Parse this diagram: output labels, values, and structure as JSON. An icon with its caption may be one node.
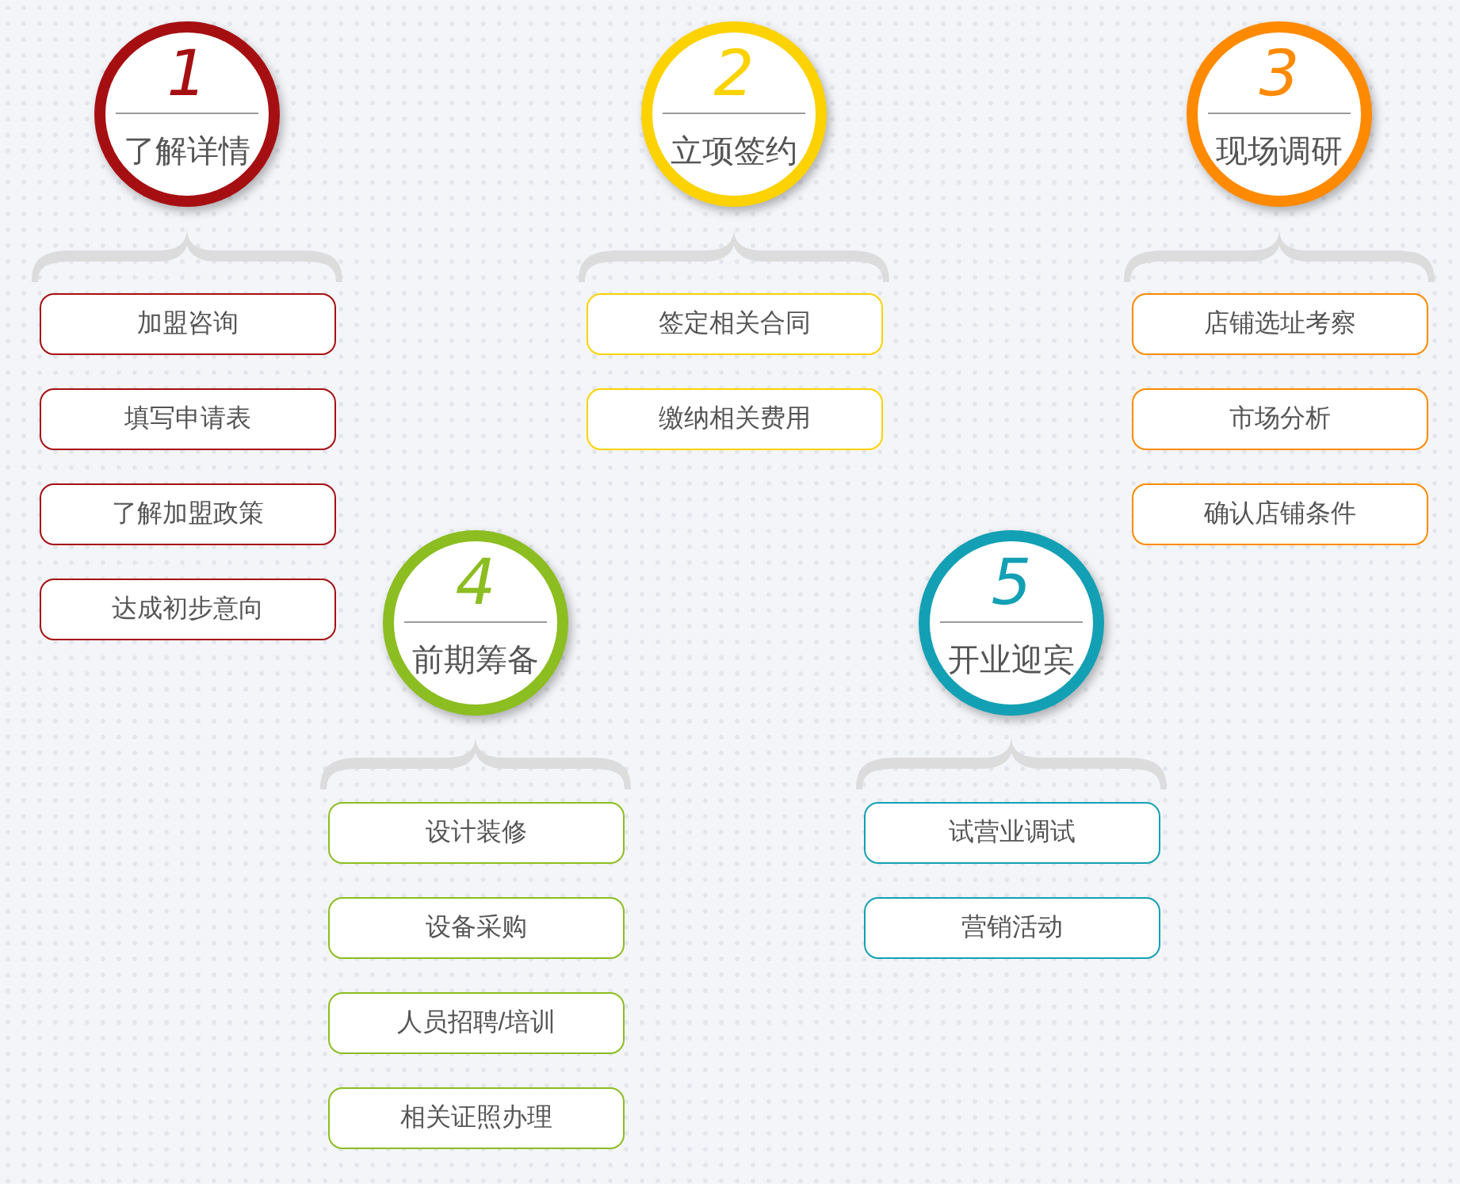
{
  "diagram": {
    "nodes": [
      {
        "text": [
          "1",
          "了解详情"
        ]
      },
      {
        "text": [],
        "shape": "brace"
      },
      {
        "text": [
          "加盟咨询"
        ]
      },
      {
        "text": [
          "填写申请表"
        ]
      },
      {
        "text": [
          "了解加盟政策"
        ]
      },
      {
        "text": [
          "达成初步意向"
        ]
      },
      {
        "text": [
          "2",
          "立项签约"
        ]
      },
      {
        "text": [],
        "shape": "brace"
      },
      {
        "text": [
          "签定相关合同"
        ]
      },
      {
        "text": [
          "缴纳相关费用"
        ]
      },
      {
        "text": [
          "3",
          "现场调研"
        ]
      },
      {
        "text": [],
        "shape": "brace"
      },
      {
        "text": [
          "店铺选址考察"
        ]
      },
      {
        "text": [
          "市场分析"
        ]
      },
      {
        "text": [
          "确认店铺条件"
        ]
      },
      {
        "text": [
          "4",
          "前期筹备"
        ]
      },
      {
        "text": [],
        "shape": "brace"
      },
      {
        "text": [
          "设计装修"
        ]
      },
      {
        "text": [
          "设备采购"
        ]
      },
      {
        "text": [
          "人员招聘/培训"
        ]
      },
      {
        "text": [
          "相关证照办理"
        ]
      },
      {
        "text": [
          "5",
          "开业迎宾"
        ]
      },
      {
        "text": [],
        "shape": "brace"
      },
      {
        "text": [
          "试营业调试"
        ]
      },
      {
        "text": [
          "营销活动"
        ]
      }
    ]
  }
}
